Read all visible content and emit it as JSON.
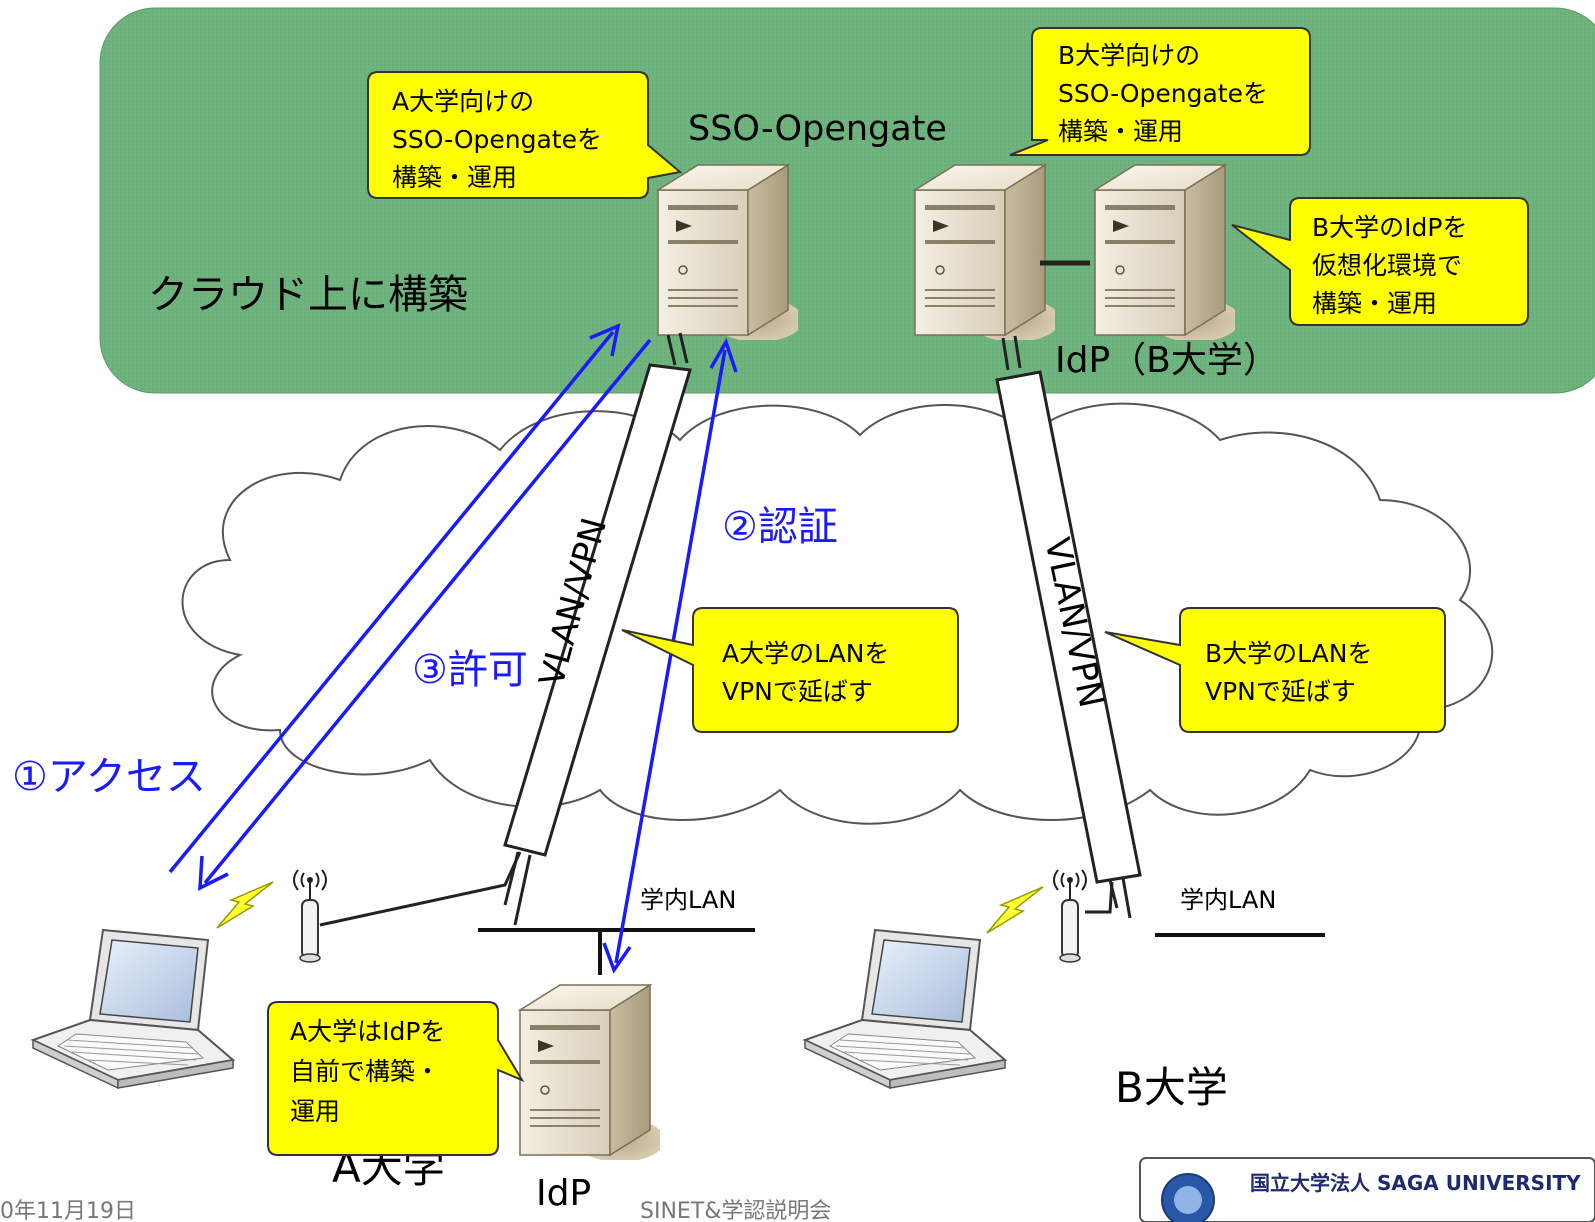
{
  "cloud_label": "クラウド上に構築",
  "sso_server_label": "SSO-Opengate",
  "idp_b_label": "IdP（B大学）",
  "callouts": {
    "a_sso": [
      "A大学向けの",
      "SSO-Opengateを",
      "構築・運用"
    ],
    "b_sso": [
      "B大学向けの",
      "SSO-Opengateを",
      "構築・運用"
    ],
    "b_idp": [
      "B大学のIdPを",
      "仮想化環境で",
      "構築・運用"
    ],
    "a_lan": [
      "A大学のLANを",
      "VPNで延ばす"
    ],
    "b_lan": [
      "B大学のLANを",
      "VPNで延ばす"
    ],
    "a_idp": [
      "A大学はIdPを",
      "自前で構築・",
      "運用"
    ]
  },
  "tunnel_label": "VLAN/VPN",
  "steps": {
    "access": "①アクセス",
    "auth": "②認証",
    "permit": "③許可"
  },
  "campus_lan": "学内LAN",
  "univ_a": "A大学",
  "univ_b": "B大学",
  "idp_a_label": "IdP",
  "footer": {
    "date": "0年11月19日",
    "event": "SINET&学認説明会",
    "logo_line1": "国立大学法人  SAGA UNIVERSITY"
  },
  "colors": {
    "cloud_green": "#6db27c",
    "callout_yellow": "#ffff00",
    "arrow_blue": "#1a1aff"
  }
}
